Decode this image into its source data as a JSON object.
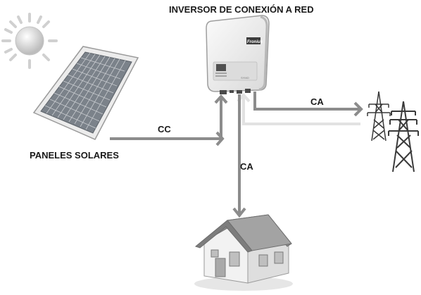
{
  "title": "INVERSOR DE CONEXIÓN A RED",
  "labels": {
    "solar_panels": "PANELES SOLARES",
    "dc": "CC",
    "ac_grid": "CA",
    "ac_house": "CA"
  },
  "inverter": {
    "brand": "Fronius",
    "model": "SYMO"
  },
  "colors": {
    "arrow": "#8c8c8c",
    "arrow_faded": "#e0e0e0",
    "panel_cell": "#8a9098",
    "sun": "#cfcfcf",
    "tower": "#3a3a3a"
  }
}
